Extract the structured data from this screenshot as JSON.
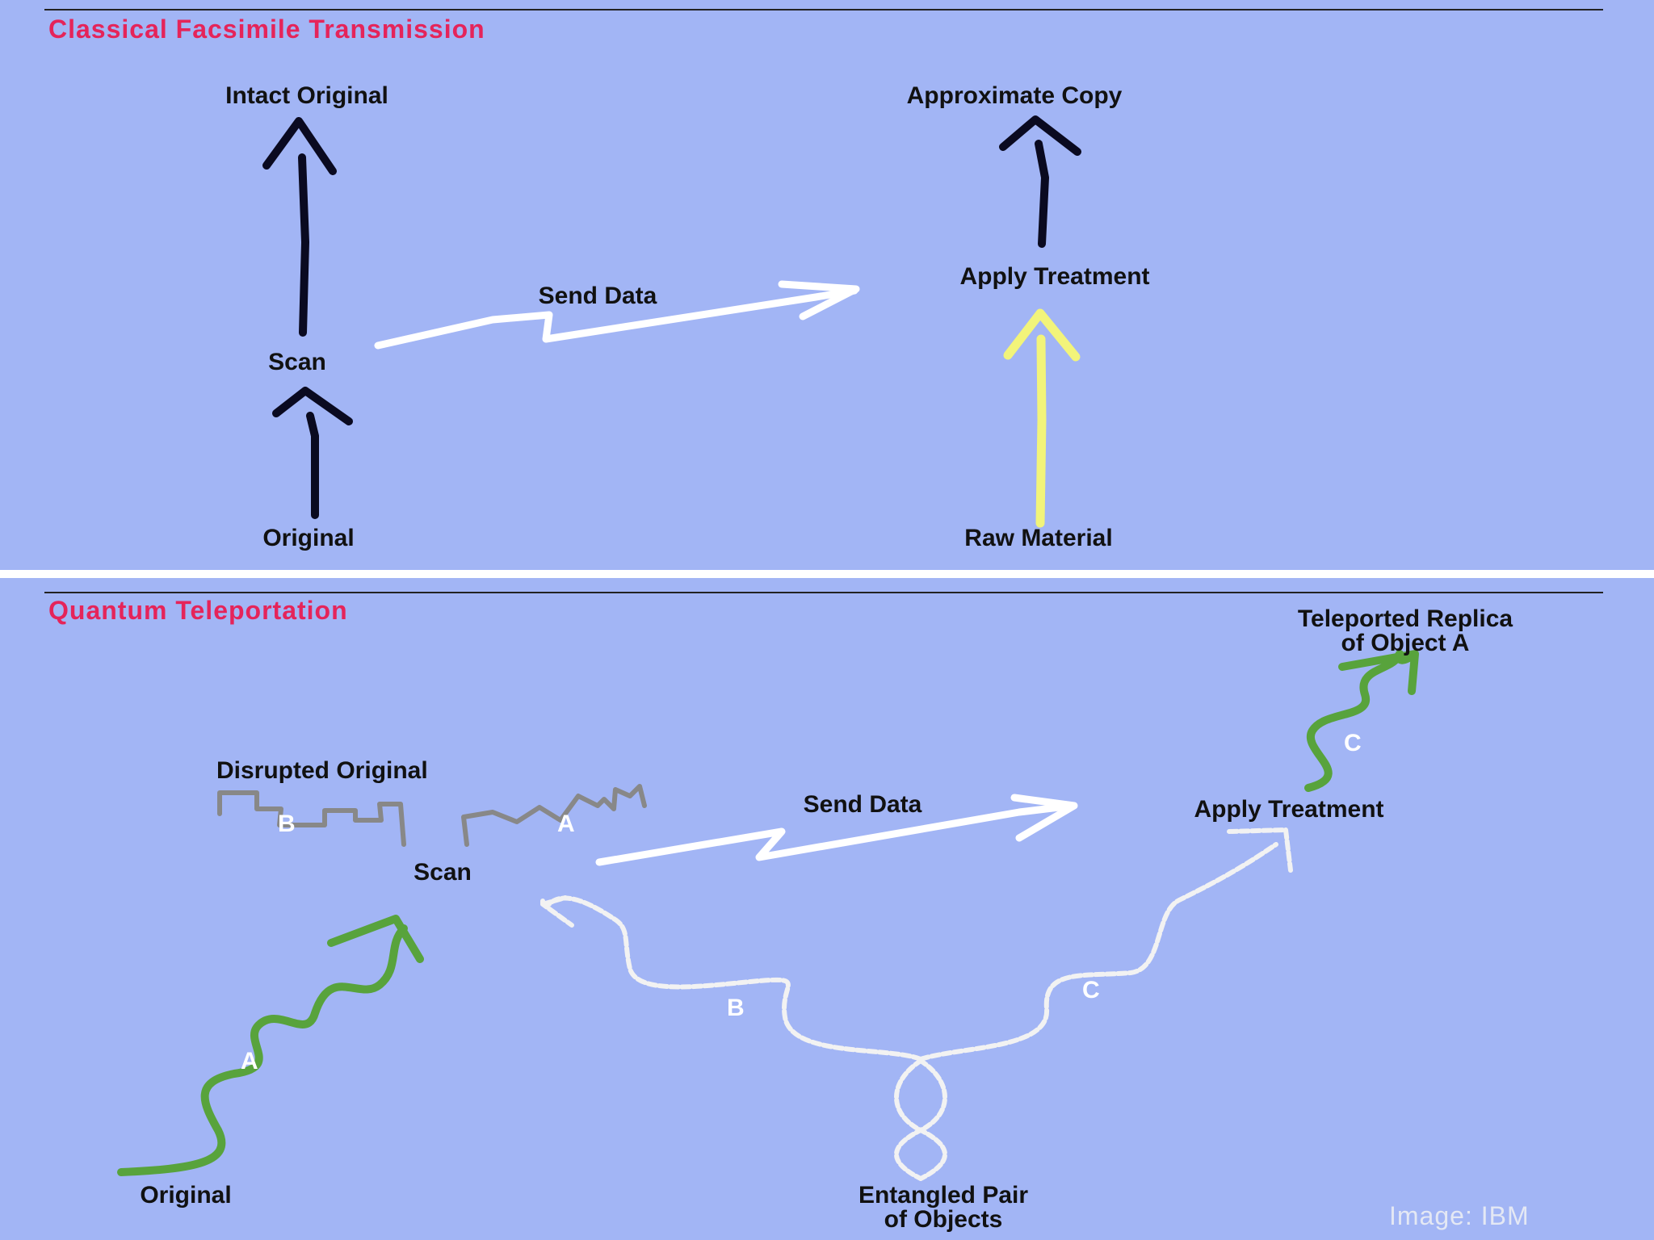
{
  "colors": {
    "background": "#a2b5f5",
    "title_red": "#e5245a",
    "divider_light": "#ffffff",
    "rule_dark": "#222222",
    "black_arrow": "#0a0a20",
    "white_arrow": "#ffffff",
    "yellow_arrow": "#f2f47a",
    "green_arrow": "#58a33c",
    "gray_squiggle": "#888888",
    "dashed_white": "#f2f2f2",
    "credit_gray": "#e4e8f4"
  },
  "classical": {
    "title": "Classical Facsimile Transmission",
    "intact_original": "Intact Original",
    "approximate_copy": "Approximate Copy",
    "send_data": "Send Data",
    "apply_treatment": "Apply Treatment",
    "scan": "Scan",
    "original": "Original",
    "raw_material": "Raw Material"
  },
  "quantum": {
    "title": "Quantum Teleportation",
    "teleported_replica_line1": "Teleported Replica",
    "teleported_replica_line2": "of Object A",
    "disrupted_original": "Disrupted Original",
    "send_data": "Send Data",
    "apply_treatment": "Apply Treatment",
    "scan": "Scan",
    "original": "Original",
    "entangled_pair_line1": "Entangled Pair",
    "entangled_pair_line2": "of Objects",
    "tag_a_original": "A",
    "tag_a_disrupted": "A",
    "tag_b_disrupted": "B",
    "tag_b_entangled": "B",
    "tag_c_entangled": "C",
    "tag_c_replica": "C"
  },
  "credit": "Image: IBM"
}
